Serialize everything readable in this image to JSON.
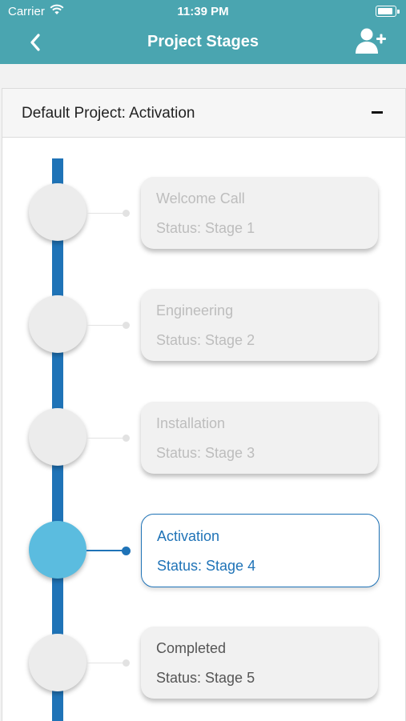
{
  "status_bar": {
    "carrier": "Carrier",
    "time": "11:39 PM"
  },
  "nav": {
    "title": "Project Stages",
    "back_icon": "chevron-left-icon",
    "add_icon": "add-user-icon"
  },
  "project": {
    "header": "Default Project: Activation",
    "collapse_icon": "minus-icon"
  },
  "stages": [
    {
      "name": "Welcome Call",
      "status": "Status: Stage 1",
      "state": "inactive"
    },
    {
      "name": "Engineering",
      "status": "Status: Stage 2",
      "state": "inactive"
    },
    {
      "name": "Installation",
      "status": "Status: Stage 3",
      "state": "inactive"
    },
    {
      "name": "Activation",
      "status": "Status: Stage 4",
      "state": "active"
    },
    {
      "name": "Completed",
      "status": "Status: Stage 5",
      "state": "done"
    }
  ],
  "colors": {
    "nav_bar": "#4aa5b0",
    "timeline": "#1f73b7",
    "active_node": "#5bbcdf"
  }
}
